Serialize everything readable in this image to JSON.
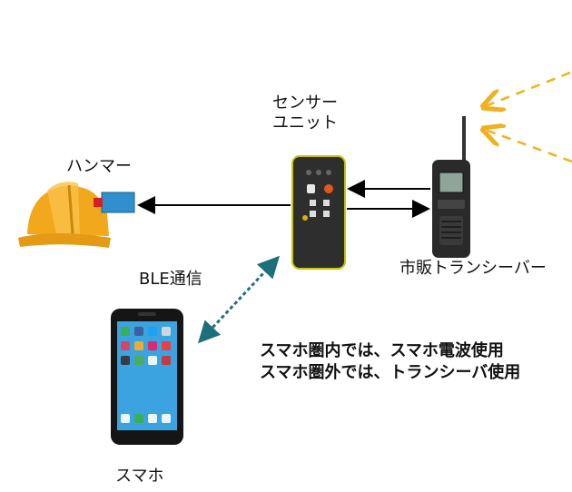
{
  "labels": {
    "sensor_line1": "センサー",
    "sensor_line2": "ユニット",
    "hammer": "ハンマー",
    "transceiver": "市販トランシーバー",
    "ble": "BLE通信",
    "smartphone": "スマホ"
  },
  "notes": {
    "line1": "スマホ圏内では、スマホ電波使用",
    "line2": "スマホ圏外では、トランシーバ使用"
  },
  "colors": {
    "helmet": "#f2a81c",
    "sensor_body": "#2e2e2e",
    "sensor_border": "#c8c400",
    "ble_arrow": "#1f6f7a",
    "radio_waves": "#f0b020",
    "phone_screen": "#3aa3e0"
  }
}
